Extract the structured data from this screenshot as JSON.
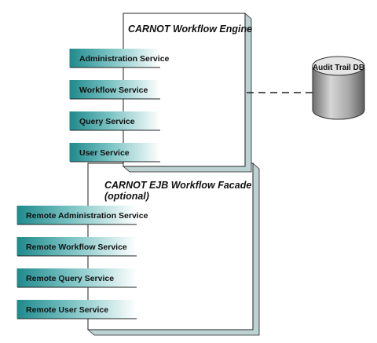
{
  "engine": {
    "title": "CARNOT Workflow Engine",
    "services": [
      "Administration Service",
      "Workflow Service",
      "Query Service",
      "User Service"
    ]
  },
  "facade": {
    "title_line1": "CARNOT EJB Workflow Facade",
    "title_line2": "(optional)",
    "services": [
      "Remote Administration Service",
      "Remote Workflow Service",
      "Remote Query Service",
      "Remote User Service"
    ]
  },
  "database": {
    "label": "Audit Trail DB"
  },
  "colors": {
    "teal": "#1f8a8c",
    "teal_light": "#e8f6f6",
    "shadow": "#bcd2d3",
    "db_gray": "#9a9a9a",
    "outline": "#222222"
  }
}
